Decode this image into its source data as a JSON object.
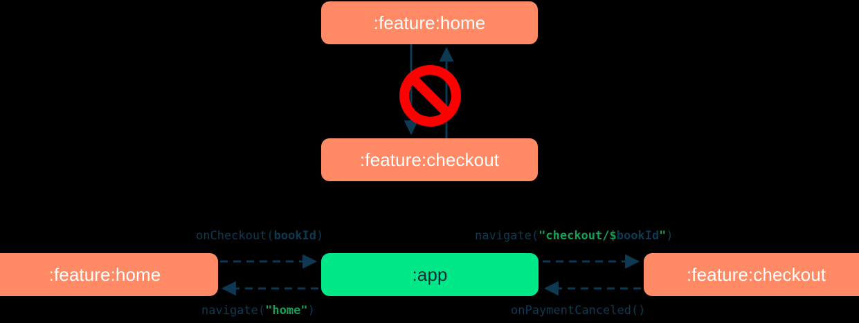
{
  "diagram": {
    "title": "Module navigation dependency diagram",
    "background_color": "#000000",
    "colors": {
      "feature_module": "#FF8A65",
      "app_module": "#00E887",
      "edge": "#0D3A52",
      "label_identifier": "#0D3A52",
      "label_string": "#13A155",
      "forbidden": "#FF0000",
      "feature_text": "#FFFFFF",
      "app_text": "#0D2B3E"
    }
  },
  "top_section": {
    "nodes": [
      {
        "id": "home-top",
        "label": ":feature:home",
        "type": "feature"
      },
      {
        "id": "checkout-top",
        "label": ":feature:checkout",
        "type": "feature"
      }
    ],
    "edges": [
      {
        "id": "home-to-checkout",
        "direction": "down",
        "style": "solid"
      },
      {
        "id": "checkout-to-home",
        "direction": "up",
        "style": "solid"
      }
    ],
    "annotation": {
      "id": "prohibition-sign",
      "icon": "no-entry-icon",
      "meaning": "forbidden direct dependency"
    }
  },
  "bottom_section": {
    "nodes": [
      {
        "id": "home-bottom",
        "label": ":feature:home",
        "type": "feature"
      },
      {
        "id": "app-bottom",
        "label": ":app",
        "type": "app"
      },
      {
        "id": "checkout-bottom",
        "label": ":feature:checkout",
        "type": "feature"
      }
    ],
    "edges": [
      {
        "id": "home-to-app",
        "from": "home-bottom",
        "to": "app-bottom",
        "direction": "right",
        "style": "dashed",
        "label_position": "above",
        "label_plain": "onCheckout(bookId)",
        "label_parts": [
          {
            "text": "onCheckout",
            "kind": "ident"
          },
          {
            "text": "(",
            "kind": "punct"
          },
          {
            "text": "bookId",
            "kind": "param"
          },
          {
            "text": ")",
            "kind": "punct"
          }
        ]
      },
      {
        "id": "app-to-home",
        "from": "app-bottom",
        "to": "home-bottom",
        "direction": "left",
        "style": "dashed",
        "label_position": "below",
        "label_plain": "navigate(\"home\")",
        "label_parts": [
          {
            "text": "navigate",
            "kind": "ident"
          },
          {
            "text": "(",
            "kind": "punct"
          },
          {
            "text": "\"home\"",
            "kind": "str"
          },
          {
            "text": ")",
            "kind": "punct"
          }
        ]
      },
      {
        "id": "app-to-checkout",
        "from": "app-bottom",
        "to": "checkout-bottom",
        "direction": "right",
        "style": "dashed",
        "label_position": "above",
        "label_plain": "navigate(\"checkout/$bookId\")",
        "label_parts": [
          {
            "text": "navigate",
            "kind": "ident"
          },
          {
            "text": "(",
            "kind": "punct"
          },
          {
            "text": "\"checkout/",
            "kind": "str"
          },
          {
            "text": "$",
            "kind": "dollar"
          },
          {
            "text": "bookId",
            "kind": "param"
          },
          {
            "text": "\"",
            "kind": "str"
          },
          {
            "text": ")",
            "kind": "punct"
          }
        ]
      },
      {
        "id": "checkout-to-app",
        "from": "checkout-bottom",
        "to": "app-bottom",
        "direction": "left",
        "style": "dashed",
        "label_position": "below",
        "label_plain": "onPaymentCanceled()",
        "label_parts": [
          {
            "text": "onPaymentCanceled",
            "kind": "ident"
          },
          {
            "text": "()",
            "kind": "punct"
          }
        ]
      }
    ]
  }
}
